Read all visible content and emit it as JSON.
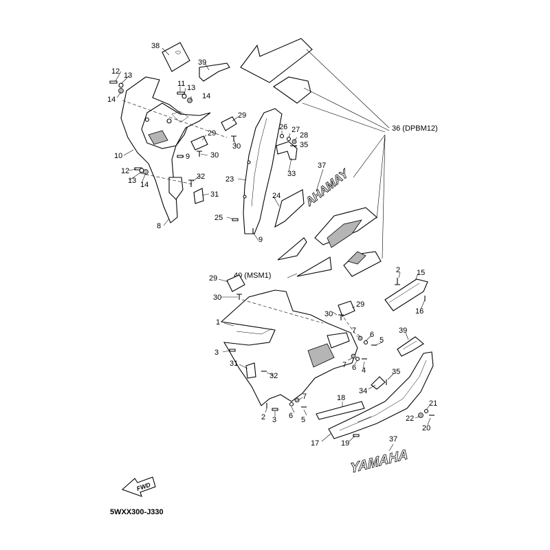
{
  "diagram": {
    "drawing_code": "5WXX300-J330",
    "fwd_label": "FWD",
    "decal_text": "YAMAHA",
    "decal_text_mirrored": "AHAMAY",
    "callouts": {
      "c1": "1",
      "c2a": "2",
      "c2b": "2",
      "c3a": "3",
      "c3b": "3",
      "c4": "4",
      "c5a": "5",
      "c5b": "5",
      "c6a": "6",
      "c6b": "6",
      "c6c": "6",
      "c7a": "7",
      "c7b": "7",
      "c7c": "7",
      "c8": "8",
      "c9a": "9",
      "c9b": "9",
      "c10": "10",
      "c11": "11",
      "c12a": "12",
      "c12b": "12",
      "c13a": "13",
      "c13b": "13",
      "c13c": "13",
      "c14a": "14",
      "c14b": "14",
      "c14c": "14",
      "c15": "15",
      "c16": "16",
      "c17": "17",
      "c18": "18",
      "c19": "19",
      "c20": "20",
      "c21": "21",
      "c22": "22",
      "c23": "23",
      "c24": "24",
      "c25": "25",
      "c26": "26",
      "c27": "27",
      "c28": "28",
      "c29a": "29",
      "c29b": "29",
      "c29c": "29",
      "c29d": "29",
      "c30a": "30",
      "c30b": "30",
      "c30c": "30",
      "c30d": "30",
      "c31a": "31",
      "c31b": "31",
      "c32a": "32",
      "c32b": "32",
      "c33": "33",
      "c34": "34",
      "c35a": "35",
      "c35b": "35",
      "c36": "36 (DPBM12)",
      "c37a": "37",
      "c37b": "37",
      "c38": "38",
      "c39a": "39",
      "c39b": "39",
      "c40": "40 (MSM1)"
    }
  }
}
